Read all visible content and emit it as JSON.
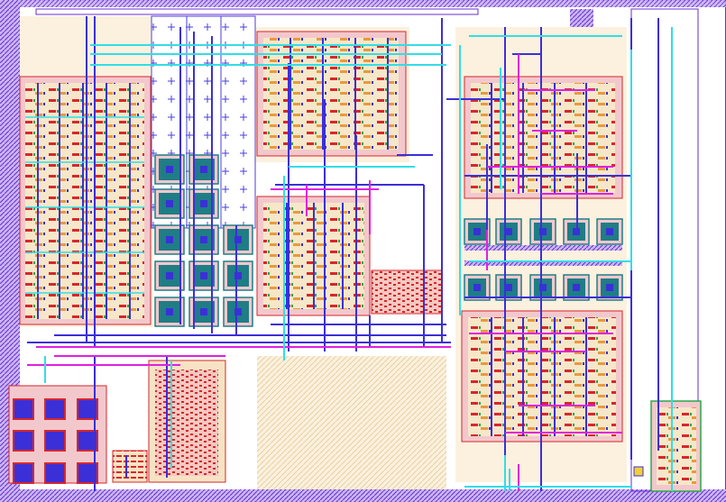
{
  "view": "ic-layout-canvas",
  "text_labels": [],
  "colors": {
    "background": "#ffffff",
    "border_violet": "#6a2bd6",
    "metal1_blue": "#3b2fd8",
    "metal2_magenta": "#e020e0",
    "metal3_cyan": "#33dde6",
    "poly_red": "#d7262c",
    "diffusion_orange": "#e89a3c",
    "well_tan": "#f4e4c8",
    "via_teal": "#1f7d86",
    "contact_green": "#2aa84a",
    "nwell_pink": "#f2c8cc"
  },
  "layers": [
    "metal1",
    "metal2",
    "metal3",
    "poly",
    "diffusion",
    "nwell",
    "contact",
    "via"
  ],
  "blocks": [
    {
      "id": "transistor-array-left",
      "layer": "diffusion"
    },
    {
      "id": "resistor-field-left",
      "layer": "nwell"
    },
    {
      "id": "via-pad-matrix-left",
      "layer": "via"
    },
    {
      "id": "transistor-array-top-center",
      "layer": "diffusion"
    },
    {
      "id": "transistor-array-mid-center",
      "layer": "diffusion"
    },
    {
      "id": "resistor-block-mid",
      "layer": "poly"
    },
    {
      "id": "transistor-array-right-top",
      "layer": "diffusion"
    },
    {
      "id": "via-pad-row-right-top",
      "layer": "via"
    },
    {
      "id": "via-pad-row-right-bottom",
      "layer": "via"
    },
    {
      "id": "transistor-array-right-bottom",
      "layer": "diffusion"
    },
    {
      "id": "capacitor-grid-bottom-left",
      "layer": "metal1"
    },
    {
      "id": "resistor-block-bottom",
      "layer": "poly"
    },
    {
      "id": "small-cell-bottom-right",
      "layer": "diffusion"
    }
  ]
}
